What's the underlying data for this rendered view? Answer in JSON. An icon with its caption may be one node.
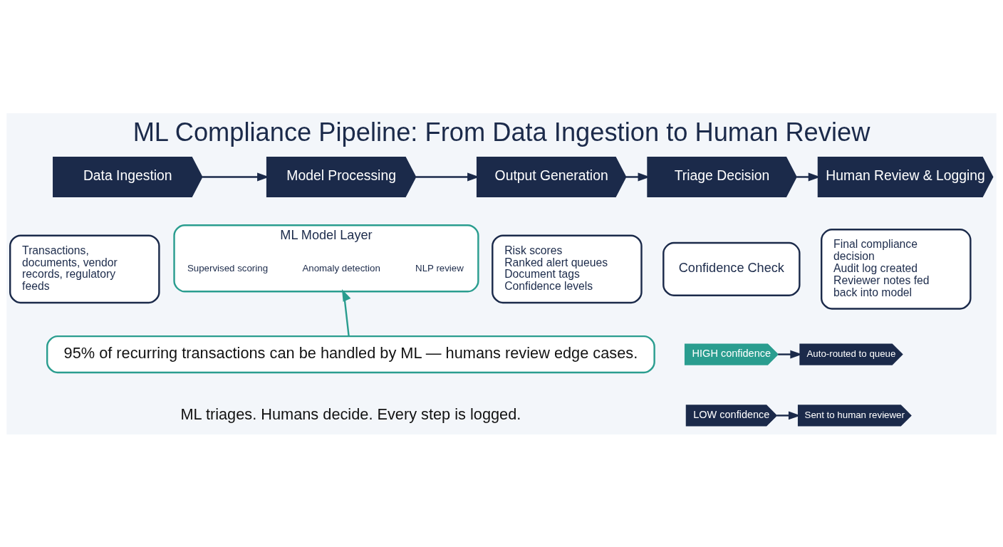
{
  "diagram": {
    "title": "ML Compliance Pipeline: From Data Ingestion to Human Review",
    "caption": "ML triages. Humans decide. Every step is logged.",
    "nodes": [
      {
        "text": [
          "Data Ingestion"
        ]
      },
      {
        "text": [
          "Transactions, documents, vendor records, regulatory feeds"
        ]
      },
      {
        "text": [
          "Model Processing"
        ]
      },
      {
        "text": [
          "ML Model Layer"
        ]
      },
      {
        "text": [
          "Supervised scoring"
        ],
        "in": 3
      },
      {
        "text": [
          "Anomaly detection"
        ],
        "in": 3
      },
      {
        "text": [
          "NLP review"
        ],
        "in": 3
      },
      {
        "text": [
          "Output Generation"
        ]
      },
      {
        "text": [
          "Risk scores",
          "Ranked alert queues",
          "Document tags",
          "Confidence levels"
        ]
      },
      {
        "text": [
          "Triage Decision"
        ]
      },
      {
        "text": [
          "Confidence Check"
        ]
      },
      {
        "text": [
          "HIGH confidence"
        ]
      },
      {
        "text": [
          "Auto-routed to queue"
        ]
      },
      {
        "text": [
          "LOW confidence"
        ]
      },
      {
        "text": [
          "Sent to human reviewer"
        ]
      },
      {
        "text": [
          "Human Review & Logging"
        ]
      },
      {
        "text": [
          "Final compliance decision",
          "Audit log created",
          "Reviewer notes fed back into model"
        ]
      },
      {
        "text": [
          "95% of recurring transactions can be handled by ML — humans review edge cases."
        ]
      }
    ],
    "edges": [
      {
        "from": 0,
        "to": 2,
        "arrow": "to"
      },
      {
        "from": 2,
        "to": 7,
        "arrow": "to"
      },
      {
        "from": 7,
        "to": 9,
        "arrow": "to"
      },
      {
        "from": 9,
        "to": 15,
        "arrow": "to"
      },
      {
        "from": 11,
        "to": 12,
        "arrow": "to"
      },
      {
        "from": 13,
        "to": 14,
        "arrow": "to"
      },
      {
        "from": 17,
        "to": 3,
        "arrow": "to",
        "color": "#2a9d8f"
      }
    ]
  }
}
